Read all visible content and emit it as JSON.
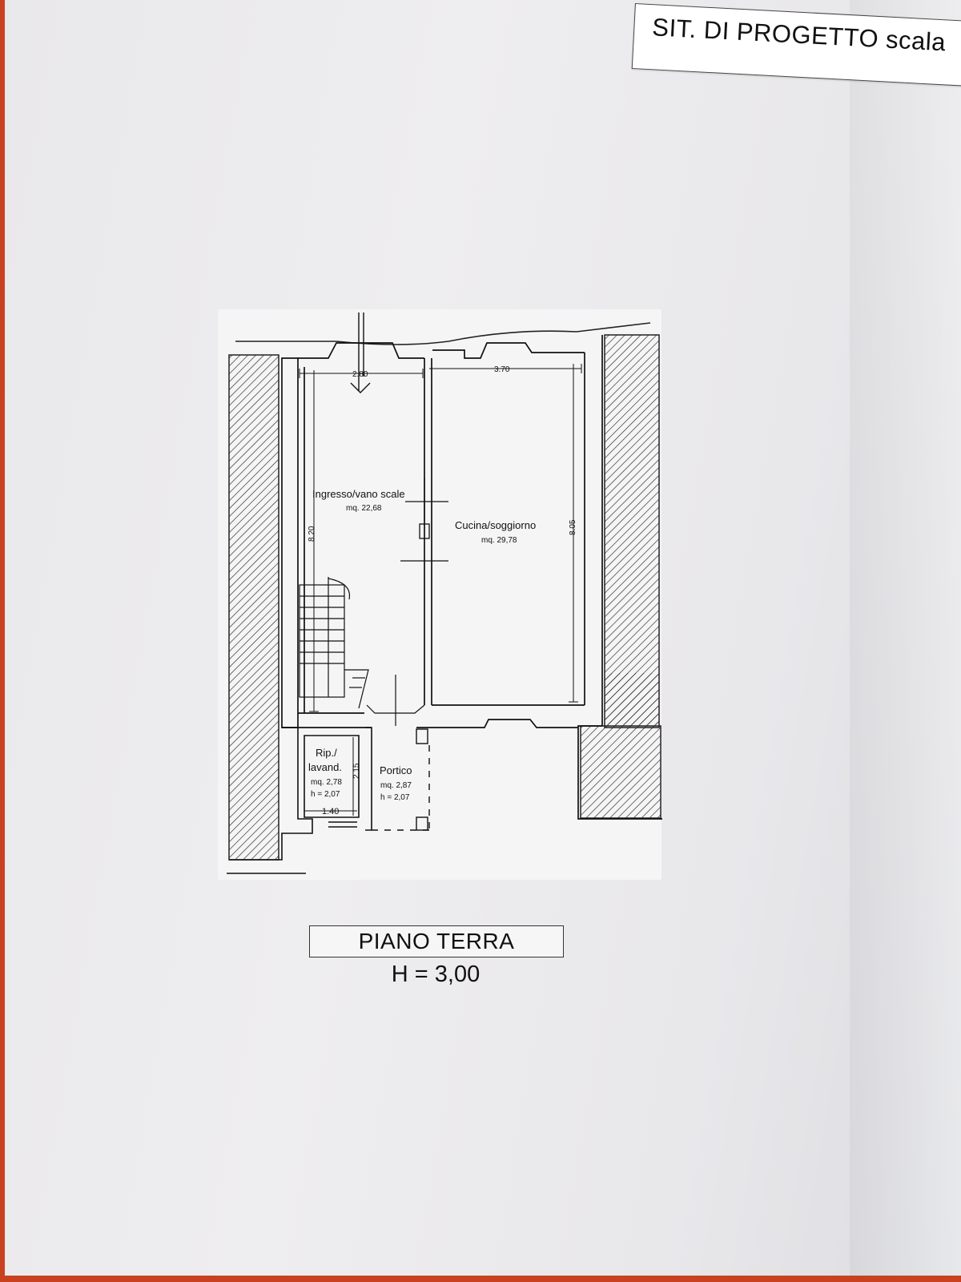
{
  "title_strip": "SIT. DI PROGETTO scala",
  "rooms": {
    "ingresso": {
      "name": "Ingresso/vano scale",
      "area": "mq. 22,68"
    },
    "cucina": {
      "name": "Cucina/soggiorno",
      "area": "mq. 29,78"
    },
    "ripostiglio": {
      "name_line1": "Rip./",
      "name_line2": "lavand.",
      "area": "mq. 2,78",
      "height": "h = 2,07"
    },
    "portico": {
      "name": "Portico",
      "area": "mq. 2,87",
      "height": "h = 2,07"
    }
  },
  "dimensions": {
    "ingresso_width": "2.80",
    "cucina_width": "3.70",
    "ingresso_length": "8.20",
    "cucina_length": "8.05",
    "rip_depth": "2.15",
    "rip_width": "1.40"
  },
  "floor_label": "PIANO TERRA",
  "floor_height": "H = 3,00"
}
